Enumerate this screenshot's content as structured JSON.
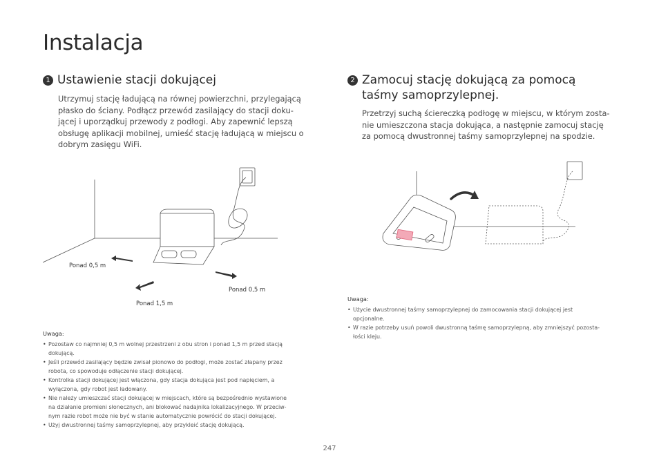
{
  "page": {
    "title": "Instalacja",
    "page_number": "247"
  },
  "step1": {
    "number": "1",
    "heading": "Ustawienie stacji dokującej",
    "body_lines": [
      "Utrzymuj stację ładującą na równej powierzchni, przylegającą",
      "płasko do ściany. Podłącz przewód zasilający do stacji doku-",
      "jącej i uporządkuj przewody z podłogi. Aby zapewnić lepszą",
      "obsługę aplikacji mobilnej, umieść stację ładującą w miejscu o",
      "dobrym zasięgu WiFi."
    ],
    "label_left": "Ponad 0,5 m",
    "label_right": "Ponad 0,5 m",
    "label_front": "Ponad 1,5 m",
    "note_title": "Uwaga:",
    "notes": [
      [
        "Pozostaw co najmniej 0,5 m wolnej przestrzeni z obu stron i ponad 1,5 m przed stacją",
        "dokującą."
      ],
      [
        "Jeśli przewód zasilający będzie zwisał pionowo do podłogi, może zostać złapany przez",
        "robota, co spowoduje odłączenie stacji dokującej."
      ],
      [
        "Kontrolka stacji dokującej jest włączona, gdy stacja dokująca jest pod napięciem, a",
        "wyłączona, gdy robot jest ładowany."
      ],
      [
        "Nie należy umieszczać stacji dokującej w miejscach, które są bezpośrednio wystawione",
        "na działanie promieni słonecznych, ani blokować nadajnika lokalizacyjnego. W przeciw-",
        "nym razie robot może nie być w stanie automatycznie powrócić do stacji dokującej."
      ],
      [
        "Użyj dwustronnej taśmy samoprzylepnej, aby przykleić stację dokującą."
      ]
    ]
  },
  "step2": {
    "number": "2",
    "heading_lines": [
      "Zamocuj stację dokującą za pomocą",
      "taśmy samoprzylepnej."
    ],
    "body_lines": [
      "Przetrzyj suchą ściereczką podłogę w miejscu, w którym zosta-",
      "nie umieszczona stacja dokująca, a następnie zamocuj stację",
      "za pomocą dwustronnej taśmy samoprzylepnej na spodzie."
    ],
    "note_title": "Uwaga:",
    "notes": [
      [
        "Użycie dwustronnej taśmy samoprzylepnej do zamocowania stacji dokującej jest",
        "opcjonalne."
      ],
      [
        "W razie potrzeby usuń powoli dwustronną taśmę samoprzylepną, aby zmniejszyć pozosta-",
        "łości kleju."
      ]
    ]
  },
  "colors": {
    "text": "#333333",
    "line_art": "#555555",
    "tape_accent": "#e0637a"
  }
}
